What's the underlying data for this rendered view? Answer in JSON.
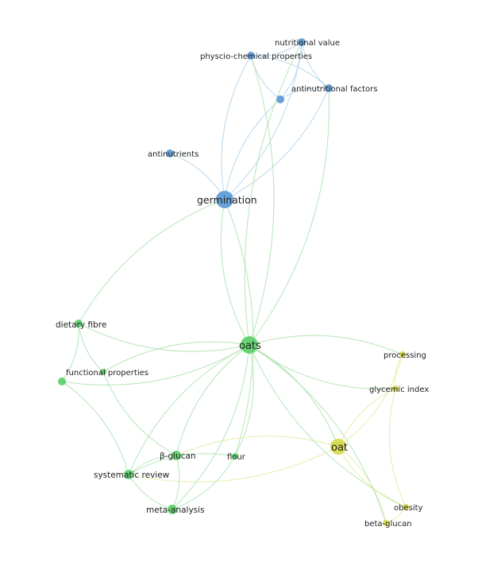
{
  "colors": {
    "cluster_blue": "#5b9bd5",
    "cluster_blue_edge": "#a9cfea",
    "cluster_green": "#5ccf6a",
    "cluster_green_edge": "#a6e0a8",
    "cluster_yellow": "#d6d94a",
    "cluster_yellow_edge": "#dfe99a",
    "label": "#222222"
  },
  "nodes": [
    {
      "id": "nutritional-value",
      "label": "nutritional value",
      "cluster": "blue"
    },
    {
      "id": "physcio-chemical-properties",
      "label": "physcio-chemical properties",
      "cluster": "blue"
    },
    {
      "id": "antinutritional-factors",
      "label": "antinutritional factors",
      "cluster": "blue"
    },
    {
      "id": "unlabeled-blue",
      "label": "",
      "cluster": "blue"
    },
    {
      "id": "antinutrients",
      "label": "antinutrients",
      "cluster": "blue"
    },
    {
      "id": "germination",
      "label": "germination",
      "cluster": "blue"
    },
    {
      "id": "oats",
      "label": "oats",
      "cluster": "green"
    },
    {
      "id": "dietary-fibre",
      "label": "dietary fibre",
      "cluster": "green"
    },
    {
      "id": "functional-properties",
      "label": "functional properties",
      "cluster": "green"
    },
    {
      "id": "unlabeled-green",
      "label": "",
      "cluster": "green"
    },
    {
      "id": "beta-glucan-greek",
      "label": "β-glucan",
      "cluster": "green"
    },
    {
      "id": "flour",
      "label": "flour",
      "cluster": "green"
    },
    {
      "id": "systematic-review",
      "label": "systematic review",
      "cluster": "green"
    },
    {
      "id": "meta-analysis",
      "label": "meta-analysis",
      "cluster": "green"
    },
    {
      "id": "processing",
      "label": "processing",
      "cluster": "yellow"
    },
    {
      "id": "glycemic-index",
      "label": "glycemic index",
      "cluster": "yellow"
    },
    {
      "id": "oat",
      "label": "oat",
      "cluster": "yellow"
    },
    {
      "id": "obesity",
      "label": "obesity",
      "cluster": "yellow"
    },
    {
      "id": "beta-glucan",
      "label": "beta-glucan",
      "cluster": "yellow"
    }
  ],
  "edges": [
    [
      "germination",
      "nutritional-value"
    ],
    [
      "germination",
      "physcio-chemical-properties"
    ],
    [
      "germination",
      "antinutritional-factors"
    ],
    [
      "germination",
      "unlabeled-blue"
    ],
    [
      "germination",
      "antinutrients"
    ],
    [
      "nutritional-value",
      "physcio-chemical-properties"
    ],
    [
      "nutritional-value",
      "antinutritional-factors"
    ],
    [
      "physcio-chemical-properties",
      "antinutritional-factors"
    ],
    [
      "physcio-chemical-properties",
      "unlabeled-blue"
    ],
    [
      "nutritional-value",
      "unlabeled-blue"
    ],
    [
      "antinutritional-factors",
      "unlabeled-blue"
    ],
    [
      "oats",
      "germination"
    ],
    [
      "oats",
      "physcio-chemical-properties"
    ],
    [
      "oats",
      "nutritional-value"
    ],
    [
      "oats",
      "antinutritional-factors"
    ],
    [
      "dietary-fibre",
      "germination"
    ],
    [
      "flour",
      "germination"
    ],
    [
      "oats",
      "dietary-fibre"
    ],
    [
      "oats",
      "functional-properties"
    ],
    [
      "oats",
      "unlabeled-green"
    ],
    [
      "oats",
      "beta-glucan-greek"
    ],
    [
      "oats",
      "flour"
    ],
    [
      "oats",
      "systematic-review"
    ],
    [
      "oats",
      "meta-analysis"
    ],
    [
      "dietary-fibre",
      "functional-properties"
    ],
    [
      "dietary-fibre",
      "unlabeled-green"
    ],
    [
      "functional-properties",
      "beta-glucan-greek"
    ],
    [
      "unlabeled-green",
      "systematic-review"
    ],
    [
      "beta-glucan-greek",
      "systematic-review"
    ],
    [
      "beta-glucan-greek",
      "meta-analysis"
    ],
    [
      "systematic-review",
      "meta-analysis"
    ],
    [
      "systematic-review",
      "flour"
    ],
    [
      "meta-analysis",
      "flour"
    ],
    [
      "oats",
      "processing"
    ],
    [
      "oats",
      "glycemic-index"
    ],
    [
      "oats",
      "oat"
    ],
    [
      "oats",
      "obesity"
    ],
    [
      "oats",
      "beta-glucan"
    ],
    [
      "oat",
      "processing"
    ],
    [
      "oat",
      "glycemic-index"
    ],
    [
      "oat",
      "obesity"
    ],
    [
      "oat",
      "beta-glucan"
    ],
    [
      "oat",
      "beta-glucan-greek"
    ],
    [
      "oat",
      "systematic-review"
    ],
    [
      "processing",
      "glycemic-index"
    ],
    [
      "obesity",
      "beta-glucan"
    ],
    [
      "glycemic-index",
      "obesity"
    ]
  ]
}
